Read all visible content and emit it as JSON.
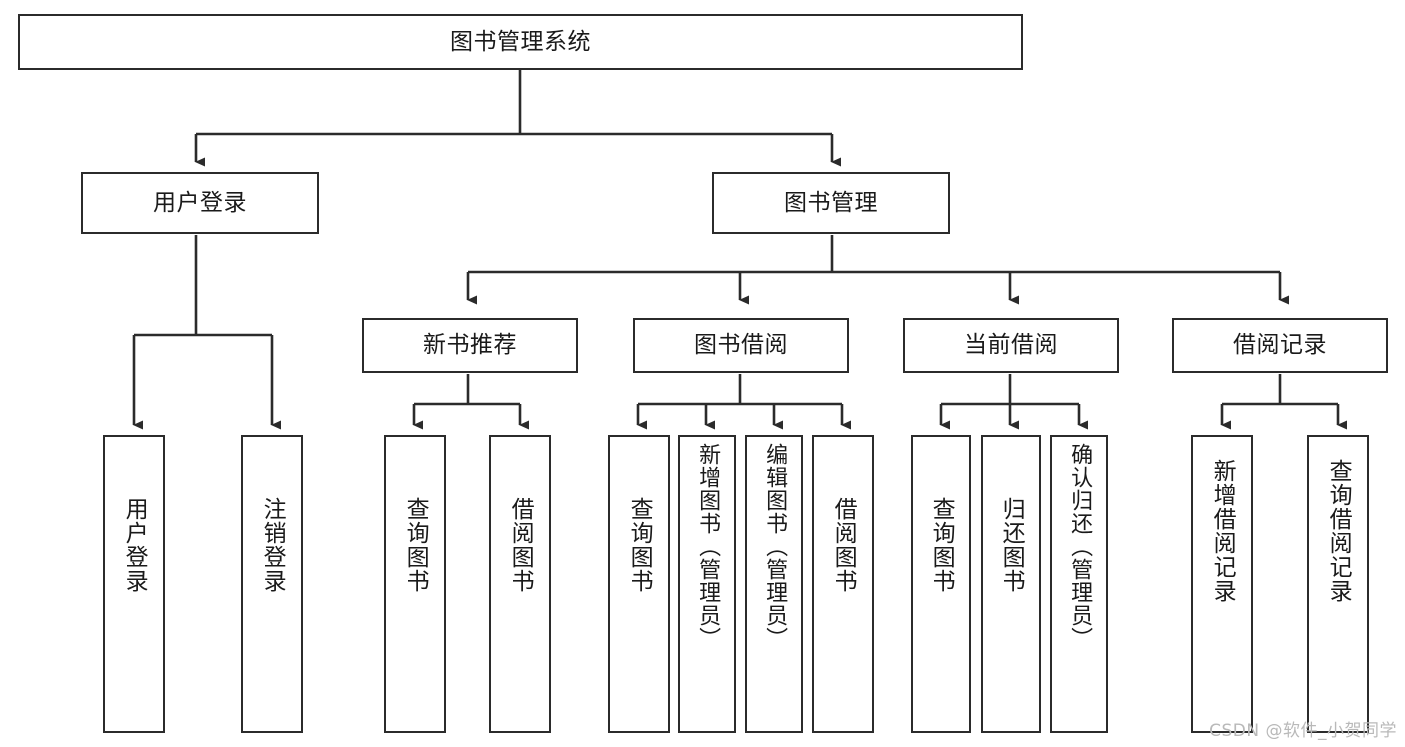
{
  "diagram": {
    "title": "图书管理系统",
    "type": "tree",
    "root": {
      "id": "root",
      "label": "图书管理系统"
    },
    "level2": [
      {
        "id": "user-login",
        "label": "用户登录"
      },
      {
        "id": "book-manage",
        "label": "图书管理"
      }
    ],
    "level3": [
      {
        "id": "new-book-rec",
        "label": "新书推荐",
        "parent": "book-manage"
      },
      {
        "id": "book-borrow",
        "label": "图书借阅",
        "parent": "book-manage"
      },
      {
        "id": "current-borrow",
        "label": "当前借阅",
        "parent": "book-manage"
      },
      {
        "id": "borrow-record",
        "label": "借阅记录",
        "parent": "book-manage"
      }
    ],
    "leaves": [
      {
        "id": "leaf-user-login",
        "label": "用户登录",
        "parent": "user-login"
      },
      {
        "id": "leaf-logout-login",
        "label": "注销登录",
        "parent": "user-login"
      },
      {
        "id": "leaf-query-book-1",
        "label": "查询图书",
        "parent": "new-book-rec"
      },
      {
        "id": "leaf-borrow-book-1",
        "label": "借阅图书",
        "parent": "new-book-rec"
      },
      {
        "id": "leaf-query-book-2",
        "label": "查询图书",
        "parent": "book-borrow"
      },
      {
        "id": "leaf-add-book",
        "label": "新增图书（管理员）",
        "parent": "book-borrow"
      },
      {
        "id": "leaf-edit-book",
        "label": "编辑图书（管理员）",
        "parent": "book-borrow"
      },
      {
        "id": "leaf-borrow-book-2",
        "label": "借阅图书",
        "parent": "book-borrow"
      },
      {
        "id": "leaf-query-book-3",
        "label": "查询图书",
        "parent": "current-borrow"
      },
      {
        "id": "leaf-return-book",
        "label": "归还图书",
        "parent": "current-borrow"
      },
      {
        "id": "leaf-confirm-return",
        "label": "确认归还（管理员）",
        "parent": "current-borrow"
      },
      {
        "id": "leaf-add-record",
        "label": "新增借阅记录",
        "parent": "borrow-record"
      },
      {
        "id": "leaf-query-record",
        "label": "查询借阅记录",
        "parent": "borrow-record"
      }
    ]
  },
  "watermark": {
    "text": "CSDN @软件_小贺同学"
  },
  "colors": {
    "stroke": "#2b2b2b",
    "background": "#ffffff",
    "text": "#1a1a1a",
    "watermark": "#b9b9b9"
  }
}
